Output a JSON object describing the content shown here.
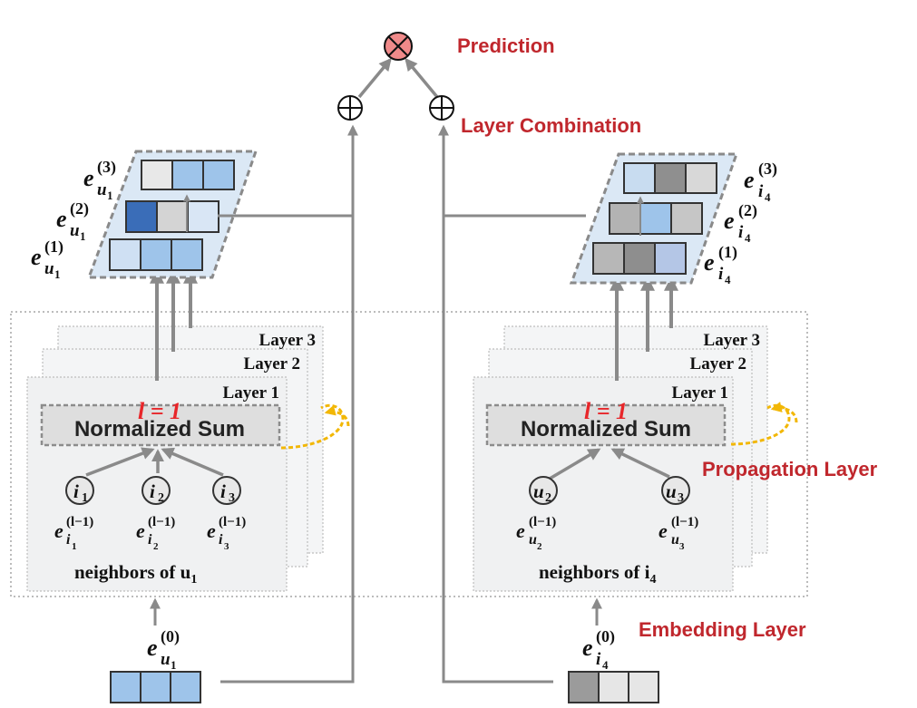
{
  "labels": {
    "prediction": "Prediction",
    "layer_combination": "Layer Combination",
    "propagation_layer": "Propagation Layer",
    "embedding_layer": "Embedding Layer"
  },
  "left": {
    "layers": [
      "Layer 3",
      "Layer 2",
      "Layer 1"
    ],
    "l_label": "l = 1",
    "sum_label": "Normalized Sum",
    "neighbors_label": "neighbors of u",
    "neighbors_sub": "1",
    "nodes": [
      {
        "name": "i",
        "sub": "1"
      },
      {
        "name": "i",
        "sub": "2"
      },
      {
        "name": "i",
        "sub": "3"
      }
    ],
    "node_embeddings": [
      {
        "base": "e",
        "sup": "(l−1)",
        "sub": "i",
        "subsub": "1"
      },
      {
        "base": "e",
        "sup": "(l−1)",
        "sub": "i",
        "subsub": "2"
      },
      {
        "base": "e",
        "sup": "(l−1)",
        "sub": "i",
        "subsub": "3"
      }
    ],
    "stack_labels": [
      {
        "base": "e",
        "sup": "(3)",
        "sub": "u",
        "subsub": "1"
      },
      {
        "base": "e",
        "sup": "(2)",
        "sub": "u",
        "subsub": "1"
      },
      {
        "base": "e",
        "sup": "(1)",
        "sub": "u",
        "subsub": "1"
      }
    ],
    "input_label": {
      "base": "e",
      "sup": "(0)",
      "sub": "u",
      "subsub": "1"
    }
  },
  "right": {
    "layers": [
      "Layer 3",
      "Layer 2",
      "Layer 1"
    ],
    "l_label": "l = 1",
    "sum_label": "Normalized Sum",
    "neighbors_label": "neighbors of i",
    "neighbors_sub": "4",
    "nodes": [
      {
        "name": "u",
        "sub": "2"
      },
      {
        "name": "u",
        "sub": "3"
      }
    ],
    "node_embeddings": [
      {
        "base": "e",
        "sup": "(l−1)",
        "sub": "u",
        "subsub": "2"
      },
      {
        "base": "e",
        "sup": "(l−1)",
        "sub": "u",
        "subsub": "3"
      }
    ],
    "stack_labels": [
      {
        "base": "e",
        "sup": "(3)",
        "sub": "i",
        "subsub": "4"
      },
      {
        "base": "e",
        "sup": "(2)",
        "sub": "i",
        "subsub": "4"
      },
      {
        "base": "e",
        "sup": "(1)",
        "sub": "i",
        "subsub": "4"
      }
    ],
    "input_label": {
      "base": "e",
      "sup": "(0)",
      "sub": "i",
      "subsub": "4"
    }
  },
  "colors": {
    "arrow": "#8a8a8a",
    "accent_red": "#c0272d",
    "l_red": "#e8262a",
    "curve_orange": "#f2b705",
    "panel_fill": "#dbe8f5",
    "prediction_fill": "#f08a8a"
  },
  "icons": {
    "prediction": "circle-times-icon",
    "combination": "circle-plus-icon"
  }
}
